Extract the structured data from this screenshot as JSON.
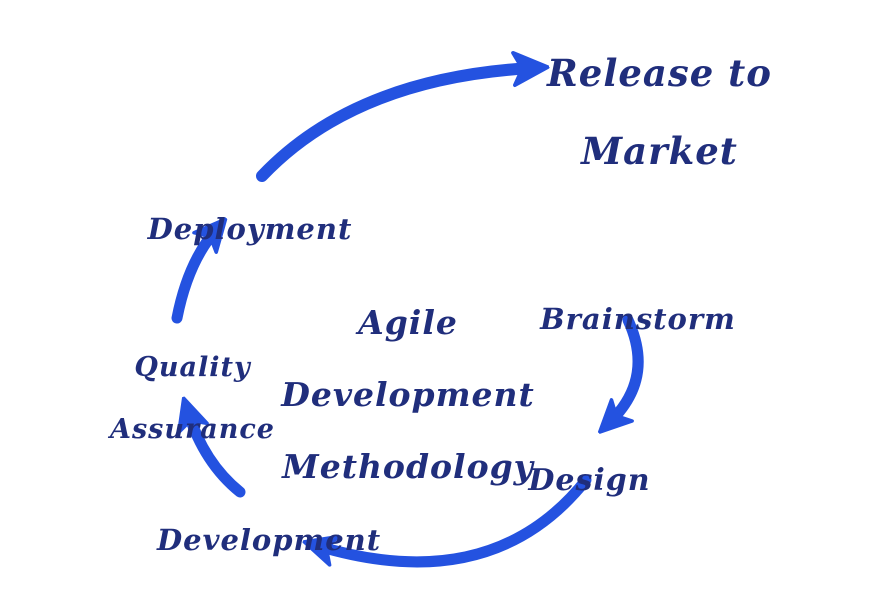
{
  "diagram": {
    "center_title": {
      "line1": "Agile",
      "line2": "Development",
      "line3": "Methodology"
    },
    "stages": [
      {
        "id": "brainstorm",
        "label": "Brainstorm"
      },
      {
        "id": "design",
        "label": "Design"
      },
      {
        "id": "development",
        "label": "Development"
      },
      {
        "id": "quality-assurance",
        "label": "Quality Assurance",
        "line1": "Quality",
        "line2": "Assurance"
      },
      {
        "id": "deployment",
        "label": "Deployment"
      },
      {
        "id": "release-to-market",
        "label": "Release to Market",
        "line1": "Release to",
        "line2": "Market"
      }
    ],
    "arrows": [
      {
        "from": "Quality Assurance",
        "to": "Deployment"
      },
      {
        "from": "Deployment",
        "to": "Release to Market"
      },
      {
        "from": "Brainstorm",
        "to": "Design"
      },
      {
        "from": "Design",
        "to": "Development"
      },
      {
        "from": "Development",
        "to": "Quality Assurance"
      }
    ],
    "colors": {
      "text": "#202e7c",
      "arrow": "#2452e0",
      "background": "#ffffff"
    }
  }
}
